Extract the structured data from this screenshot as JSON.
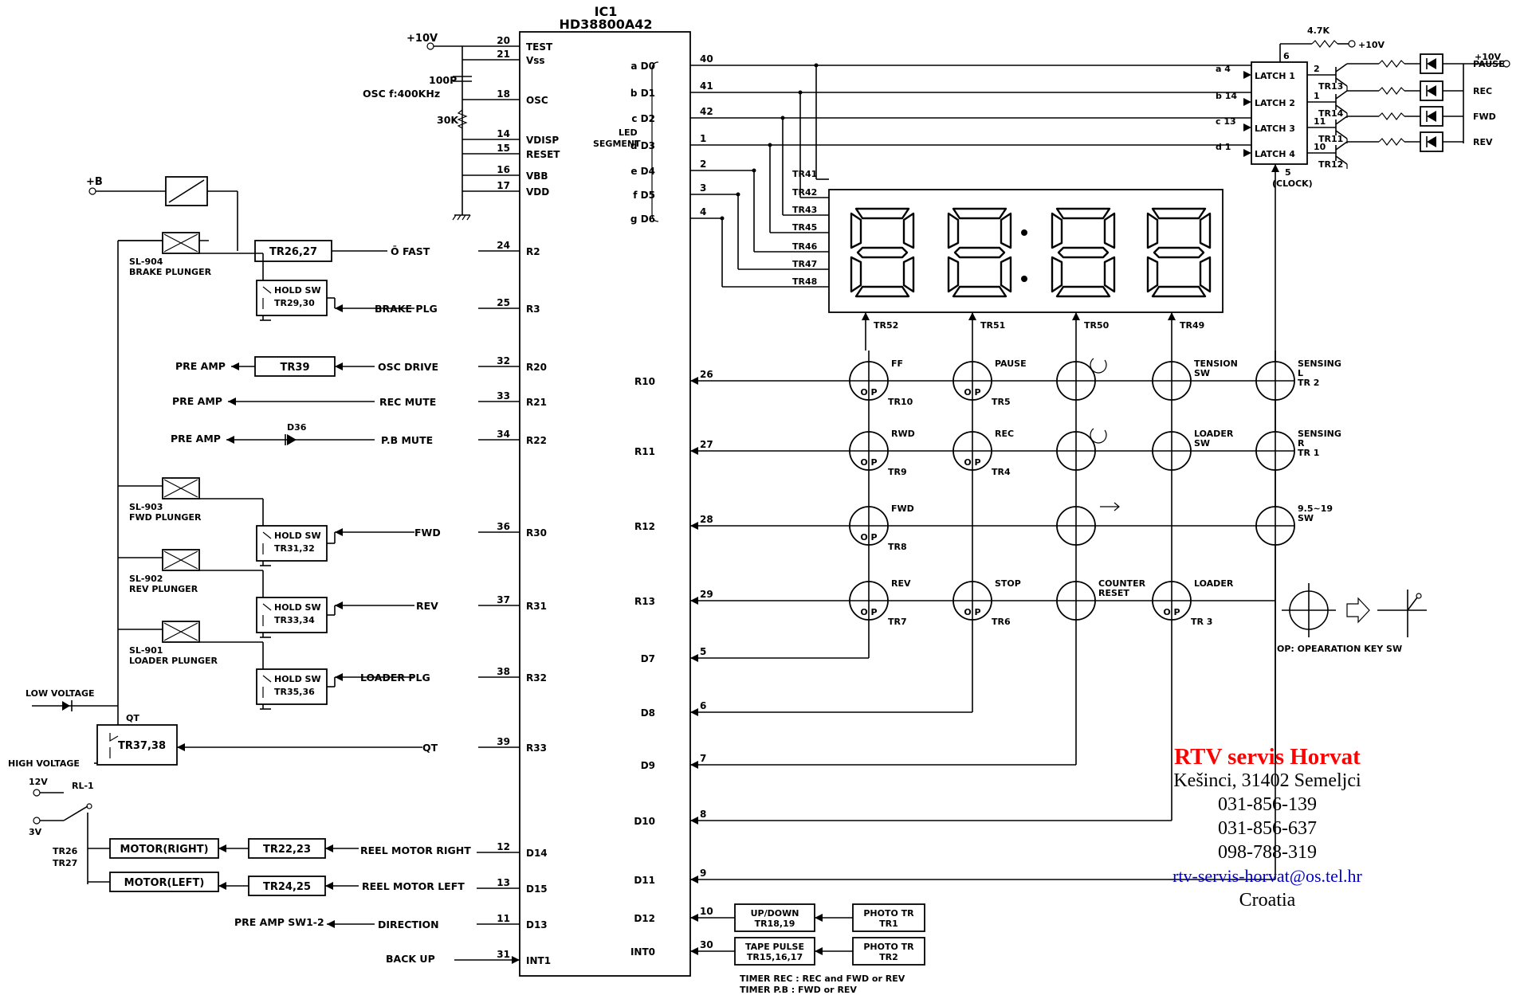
{
  "chip": {
    "ref": "IC1",
    "part": "HD38800A42"
  },
  "chip_pins_left": [
    {
      "num": "20",
      "name": "TEST"
    },
    {
      "num": "21",
      "name": "Vss"
    },
    {
      "num": "18",
      "name": "OSC"
    },
    {
      "num": "14",
      "name": "VDISP"
    },
    {
      "num": "15",
      "name": "RESET"
    },
    {
      "num": "16",
      "name": "VBB"
    },
    {
      "num": "17",
      "name": "VDD"
    },
    {
      "num": "24",
      "name": "R2"
    },
    {
      "num": "25",
      "name": "R3"
    },
    {
      "num": "32",
      "name": "R20"
    },
    {
      "num": "33",
      "name": "R21"
    },
    {
      "num": "34",
      "name": "R22"
    },
    {
      "num": "36",
      "name": "R30"
    },
    {
      "num": "37",
      "name": "R31"
    },
    {
      "num": "38",
      "name": "R32"
    },
    {
      "num": "39",
      "name": "R33"
    },
    {
      "num": "12",
      "name": "D14"
    },
    {
      "num": "13",
      "name": "D15"
    },
    {
      "num": "11",
      "name": "D13"
    },
    {
      "num": "31",
      "name": "INT1"
    }
  ],
  "chip_pins_right": [
    {
      "num": "40",
      "name": "a D0"
    },
    {
      "num": "41",
      "name": "b D1"
    },
    {
      "num": "42",
      "name": "c D2"
    },
    {
      "num": "1",
      "name": "d D3"
    },
    {
      "num": "2",
      "name": "e D4"
    },
    {
      "num": "3",
      "name": "f D5"
    },
    {
      "num": "4",
      "name": "g D6"
    },
    {
      "num": "26",
      "name": "R10"
    },
    {
      "num": "27",
      "name": "R11"
    },
    {
      "num": "28",
      "name": "R12"
    },
    {
      "num": "29",
      "name": "R13"
    },
    {
      "num": "5",
      "name": "D7"
    },
    {
      "num": "6",
      "name": "D8"
    },
    {
      "num": "7",
      "name": "D9"
    },
    {
      "num": "8",
      "name": "D10"
    },
    {
      "num": "9",
      "name": "D11"
    },
    {
      "num": "10",
      "name": "D12"
    },
    {
      "num": "30",
      "name": "INT0"
    }
  ],
  "supply": {
    "v10": "+10V",
    "cap": "100P",
    "osc": "OSC f:400KHz",
    "res": "30K",
    "plus_b": "+B",
    "v12": "12V",
    "v3": "3V",
    "relay": "RL-1"
  },
  "led_segment_label": [
    "LED",
    "SEGMENT"
  ],
  "signals": {
    "fast": "Ō FAST",
    "brake": "BRAKE PLG",
    "osc_drive": "OSC DRIVE",
    "rec_mute": "REC MUTE",
    "pb_mute": "P.B MUTE",
    "fwd": "FWD",
    "rev": "REV",
    "loader": "LOADER PLG",
    "qt": "QT",
    "reel_right": "REEL MOTOR RIGHT",
    "reel_left": "REEL MOTOR LEFT",
    "direction": "DIRECTION",
    "backup": "BACK UP"
  },
  "blocks": {
    "tr2627": "TR26,27",
    "tr39": "TR39",
    "tr2223": "TR22,23",
    "tr2425": "TR24,25",
    "tr3738": "TR37,38",
    "motor_right": "MOTOR(RIGHT)",
    "motor_left": "MOTOR(LEFT)",
    "pre_amp": "PRE AMP",
    "pre_amp_sw": "PRE AMP SW1-2",
    "d36": "D36",
    "updown": [
      "UP/DOWN",
      "TR18,19"
    ],
    "tape_pulse": [
      "TAPE PULSE",
      "TR15,16,17"
    ],
    "photo1": [
      "PHOTO TR",
      "TR1"
    ],
    "photo2": [
      "PHOTO TR",
      "TR2"
    ],
    "qt_label": "QT",
    "low_voltage": "LOW VOLTAGE",
    "high_voltage": "HIGH VOLTAGE",
    "tr26": "TR26",
    "tr27": "TR27"
  },
  "plungers": [
    {
      "ref": "SL-904",
      "name": "BRAKE PLUNGER",
      "hold": "HOLD SW",
      "tr": "TR29,30"
    },
    {
      "ref": "SL-903",
      "name": "FWD PLUNGER",
      "hold": "HOLD SW",
      "tr": "TR31,32"
    },
    {
      "ref": "SL-902",
      "name": "REV PLUNGER",
      "hold": "HOLD SW",
      "tr": "TR33,34"
    },
    {
      "ref": "SL-901",
      "name": "LOADER PLUNGER",
      "hold": "HOLD SW",
      "tr": "TR35,36"
    }
  ],
  "latch": {
    "res": "4.7K",
    "v10": "+10V",
    "pin6": "6",
    "clock": [
      "5",
      "(CLOCK)"
    ],
    "rows": [
      {
        "in": "a 4",
        "name": "LATCH 1",
        "out": "2",
        "tr": "TR13",
        "led": "PAUSE"
      },
      {
        "in": "b 14",
        "name": "LATCH 2",
        "out": "1",
        "tr": "TR14",
        "led": "REC"
      },
      {
        "in": "c 13",
        "name": "LATCH 3",
        "out": "11",
        "tr": "TR11",
        "led": "FWD"
      },
      {
        "in": "d 1",
        "name": "LATCH 4",
        "out": "10",
        "tr": "TR12",
        "led": "REV"
      }
    ],
    "pause_v": "+10V"
  },
  "display_trs": [
    "TR41",
    "TR42",
    "TR43",
    "TR45",
    "TR46",
    "TR47",
    "TR48"
  ],
  "digit_trs": [
    "TR52",
    "TR51",
    "TR50",
    "TR49"
  ],
  "keys": {
    "ff": [
      "FF",
      "TR10"
    ],
    "pause": [
      "PAUSE",
      "TR5"
    ],
    "tension": [
      "TENSION",
      "SW"
    ],
    "sensing_l": [
      "SENSING",
      "L",
      "TR 2"
    ],
    "rwd": [
      "RWD",
      "TR9"
    ],
    "rec": [
      "REC",
      "TR4"
    ],
    "loader_sw": [
      "LOADER",
      "SW"
    ],
    "sensing_r": [
      "SENSING",
      "R",
      "TR 1"
    ],
    "fwd": [
      "FWD",
      "TR8"
    ],
    "sw_95": [
      "9.5~19",
      "SW"
    ],
    "rev": [
      "REV",
      "TR7"
    ],
    "stop": [
      "STOP",
      "TR6"
    ],
    "counter": [
      "COUNTER",
      "RESET"
    ],
    "loader": [
      "LOADER",
      "TR 3"
    ],
    "op": "O P"
  },
  "legend": {
    "text": "OP: OPEARATION KEY SW"
  },
  "timer": [
    "TIMER REC : REC and FWD or REV",
    "TIMER P.B : FWD or REV"
  ],
  "credit": {
    "title": "RTV servis Horvat",
    "address": "Kešinci, 31402 Semeljci",
    "phones": [
      "031-856-139",
      "031-856-637",
      "098-788-319"
    ],
    "email": "rtv-servis-horvat@os.tel.hr",
    "country": "Croatia"
  }
}
